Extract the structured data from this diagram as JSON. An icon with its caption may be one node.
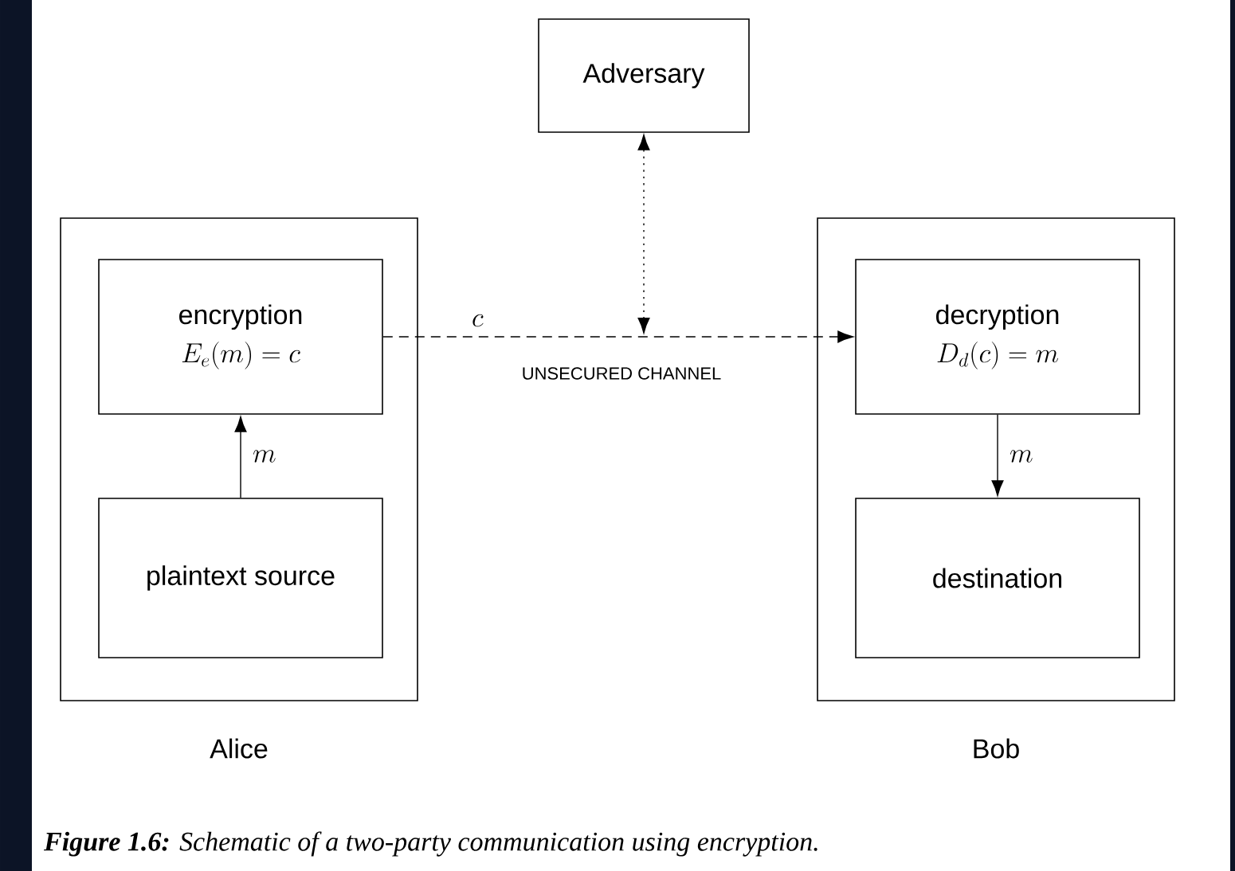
{
  "diagram": {
    "caption": "**Figure 1.6:** Schematic of a two-party communication using encryption.",
    "nodes": [
      {
        "text": [
          "Adversary"
        ]
      },
      {
        "text": [],
        "shape": "box",
        "beside": [
          "Alice"
        ]
      },
      {
        "text": [
          "encryption",
          "E_e(m) = c"
        ],
        "in": 1
      },
      {
        "text": [
          "plaintext source"
        ],
        "in": 1
      },
      {
        "text": [],
        "shape": "box",
        "beside": [
          "Bob"
        ]
      },
      {
        "text": [
          "decryption",
          "D_d(c) = m"
        ],
        "in": 4
      },
      {
        "text": [
          "destination"
        ],
        "in": 4
      }
    ],
    "edges": [
      {
        "from": 3,
        "to": 2,
        "arrow": "to",
        "label": "m"
      },
      {
        "from": 2,
        "to": 5,
        "arrow": "to",
        "label": "c",
        "style": "dashed"
      },
      {
        "from": 0,
        "to": null,
        "arrow": "both",
        "style": "dashed"
      },
      {
        "from": 5,
        "to": 6,
        "arrow": "to",
        "label": "m"
      }
    ],
    "labels": [
      "UNSECURED CHANNEL"
    ]
  }
}
